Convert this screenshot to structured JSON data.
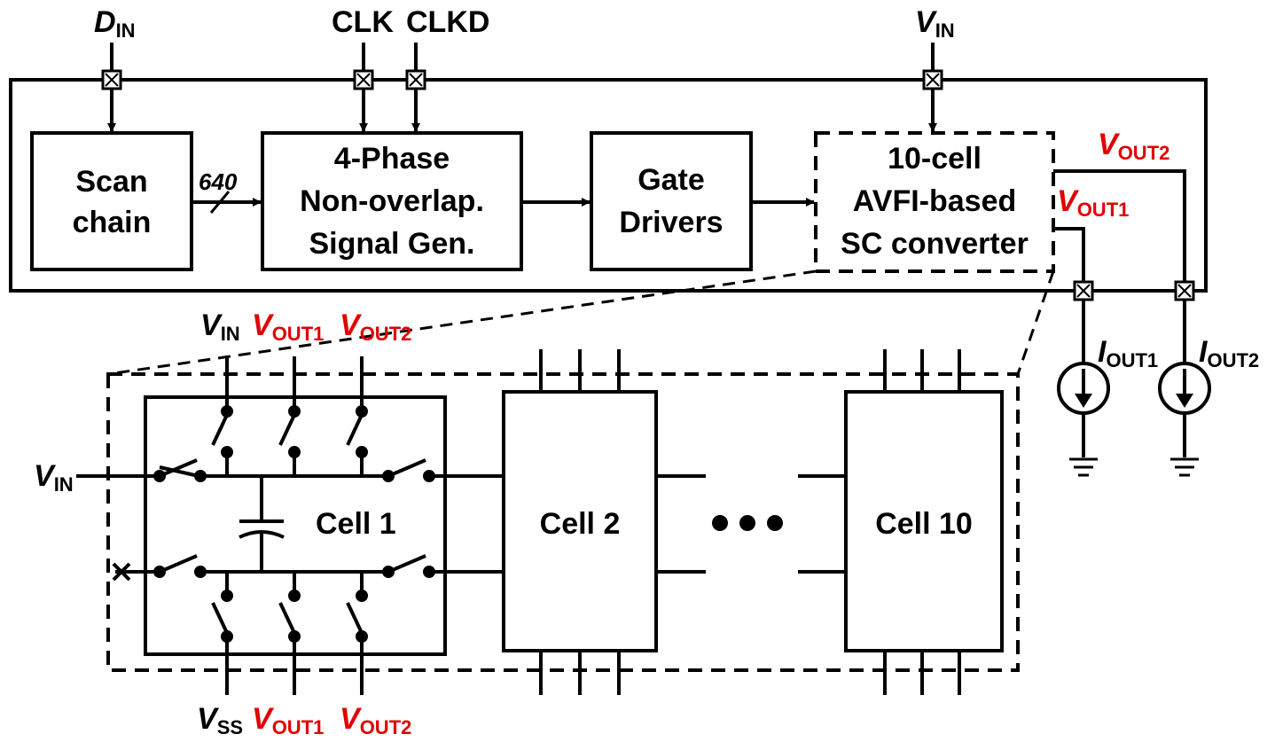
{
  "pins": {
    "din": {
      "main": "D",
      "sub": "IN"
    },
    "clk": "CLK",
    "clkd": "CLKD",
    "vin_top": {
      "main": "V",
      "sub": "IN"
    }
  },
  "blocks": {
    "scan_chain": [
      "Scan",
      "chain"
    ],
    "signal_gen": [
      "4-Phase",
      "Non-overlap.",
      "Signal Gen."
    ],
    "gate_drivers": [
      "Gate",
      "Drivers"
    ],
    "converter": [
      "10-cell",
      "AVFI-based",
      "SC converter"
    ]
  },
  "bus_width": "640",
  "outputs": {
    "vout1": {
      "main": "V",
      "sub": "OUT1"
    },
    "vout2": {
      "main": "V",
      "sub": "OUT2"
    },
    "iout1": {
      "main": "I",
      "sub": "OUT1"
    },
    "iout2": {
      "main": "I",
      "sub": "OUT2"
    }
  },
  "cell_labels": {
    "cell1": "Cell 1",
    "cell2": "Cell 2",
    "cell10": "Cell 10",
    "ellipsis": "• • •"
  },
  "cell_pins": {
    "top": [
      {
        "main": "V",
        "sub": "IN",
        "color": "#000000"
      },
      {
        "main": "V",
        "sub": "OUT1",
        "color": "#e00000"
      },
      {
        "main": "V",
        "sub": "OUT2",
        "color": "#e00000"
      }
    ],
    "bottom": [
      {
        "main": "V",
        "sub": "SS",
        "color": "#000000"
      },
      {
        "main": "V",
        "sub": "OUT1",
        "color": "#e00000"
      },
      {
        "main": "V",
        "sub": "OUT2",
        "color": "#e00000"
      }
    ],
    "left_vin": {
      "main": "V",
      "sub": "IN"
    }
  },
  "colors": {
    "highlight": "#e00000",
    "line": "#000000"
  }
}
